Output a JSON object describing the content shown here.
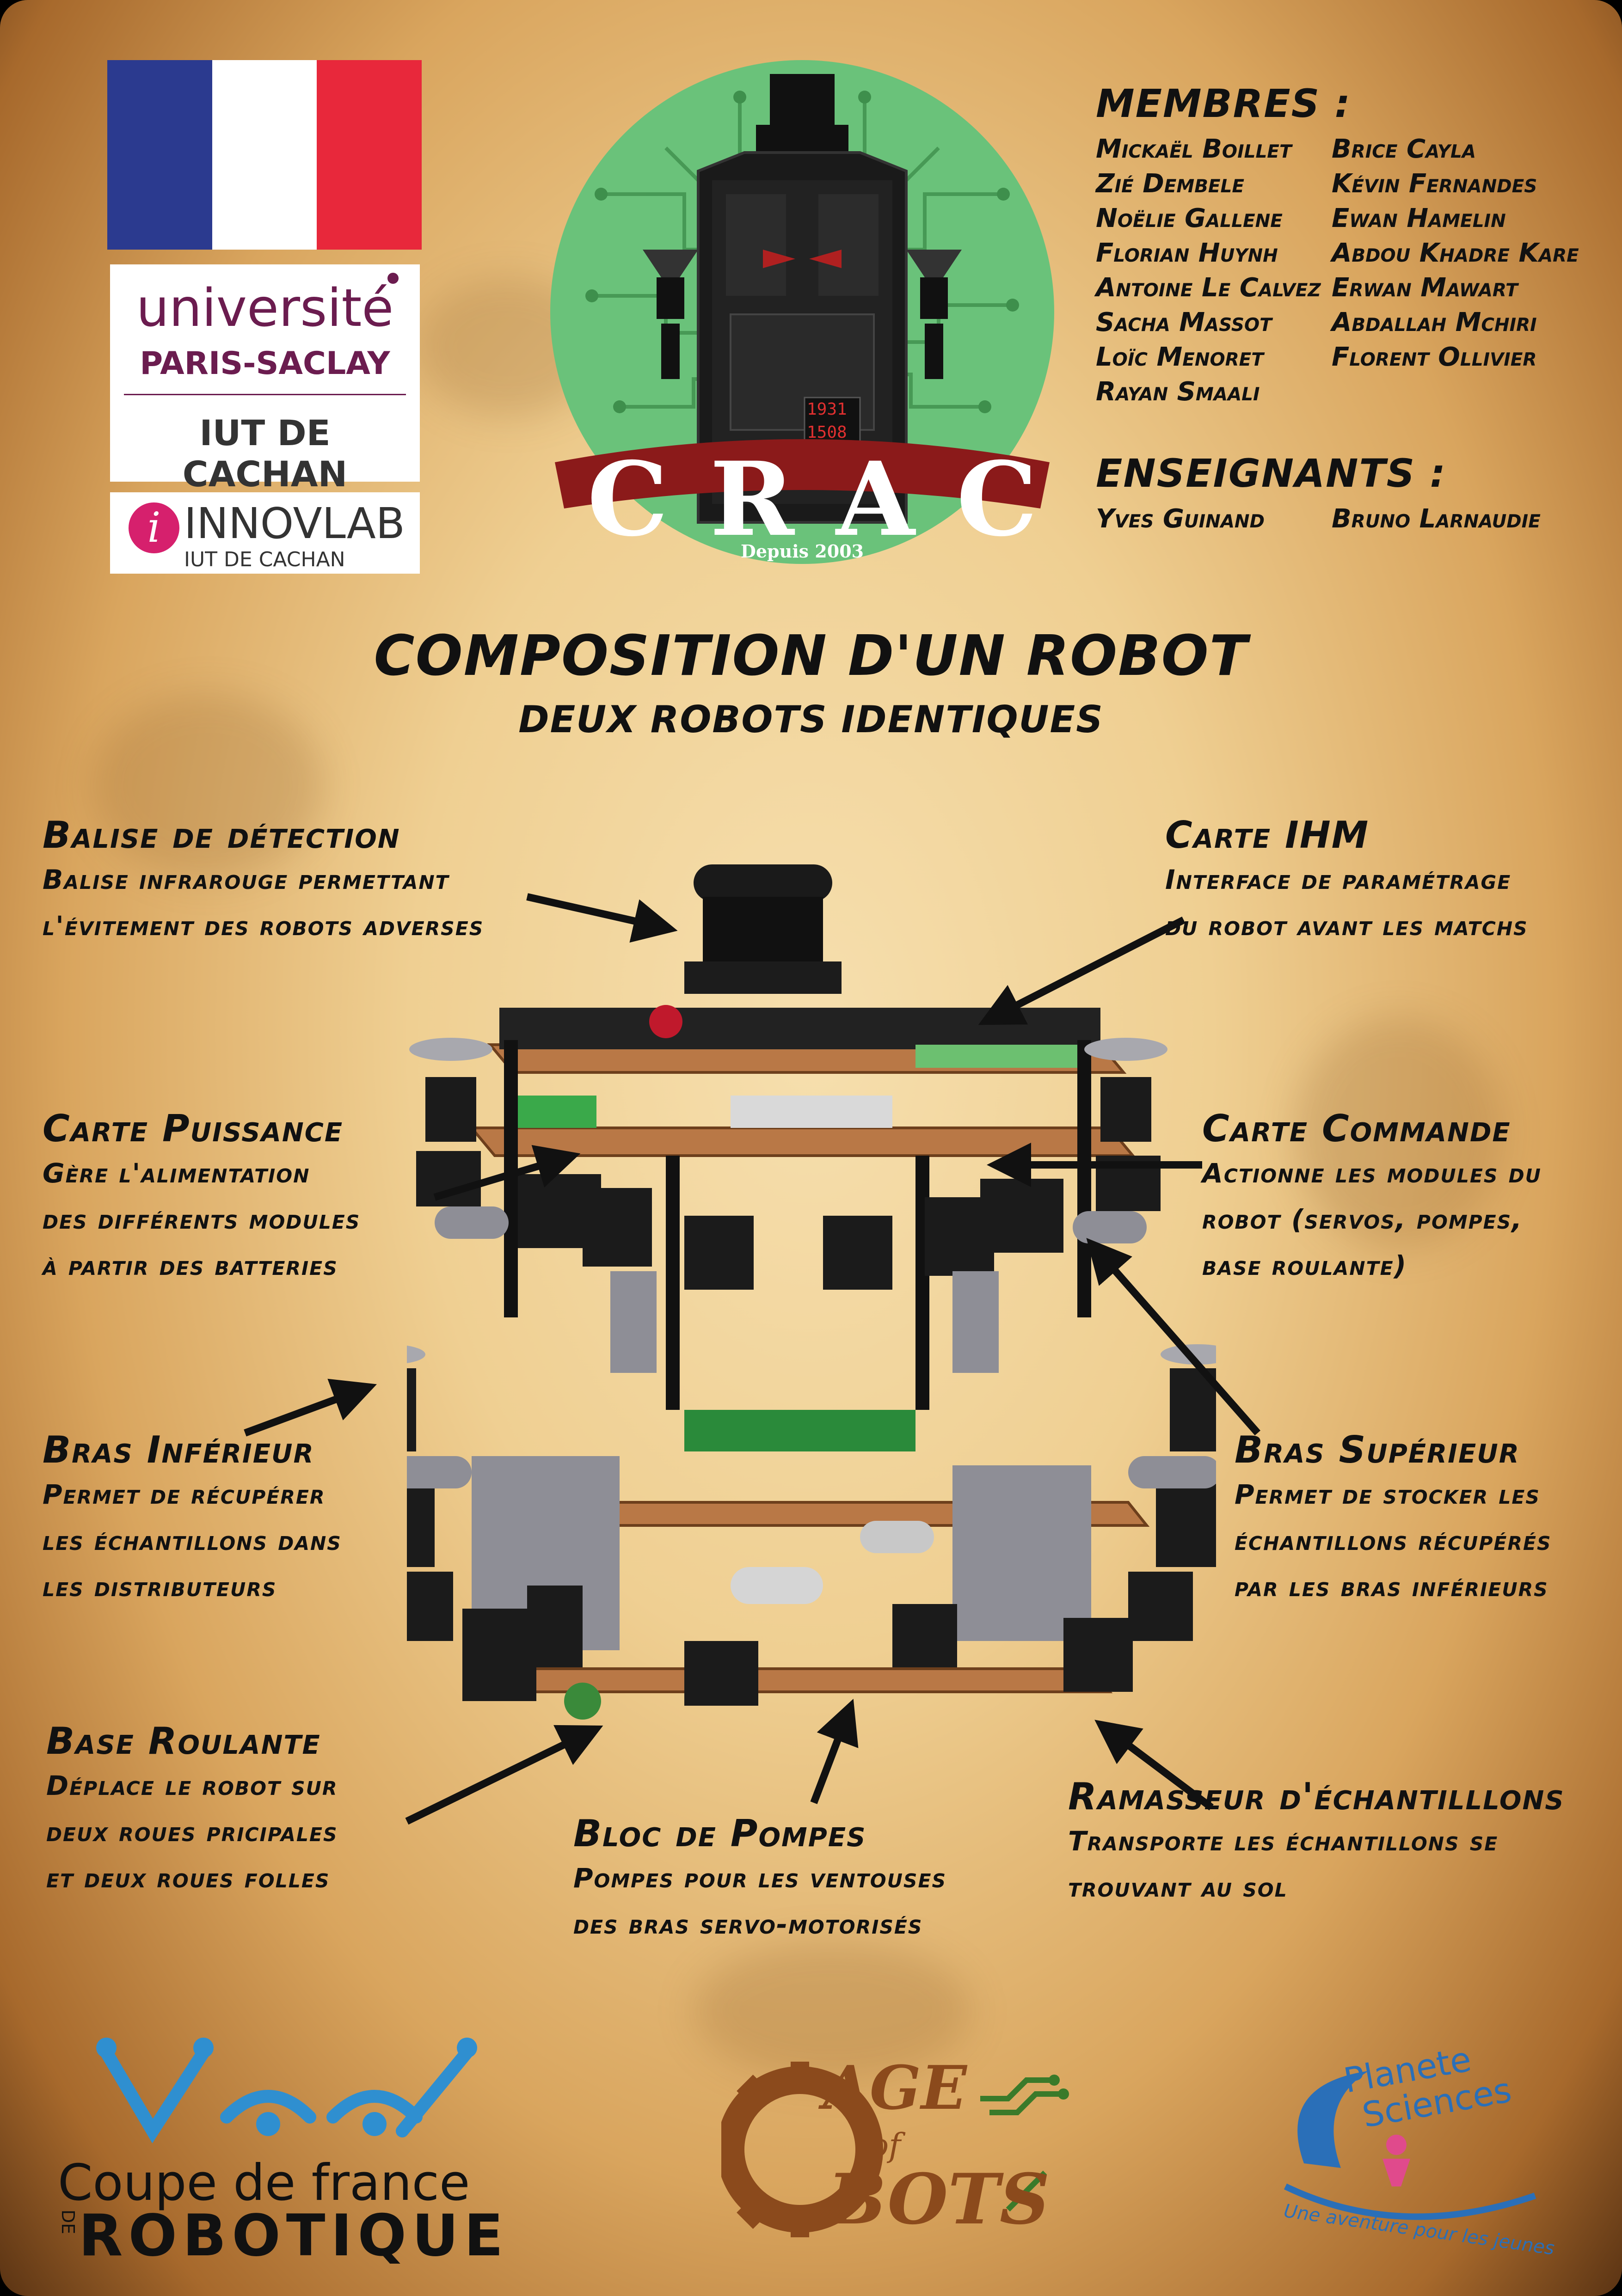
{
  "header": {
    "university_line1": "université",
    "university_line2": "PARIS-SACLAY",
    "iut": "IUT DE CACHAN",
    "innovlab": "INNOVLAB",
    "innovlab_sub": "IUT DE CACHAN",
    "crac_letters": "CRAC",
    "crac_since": "Depuis 2003",
    "display_top": "1931",
    "display_bottom": "1508"
  },
  "members": {
    "title": "MEMBRES :",
    "names": [
      "Mickaël Boillet",
      "Brice Cayla",
      "Zié Dembele",
      "Kévin Fernandes",
      "Noëlie Gallene",
      "Ewan Hamelin",
      "Florian Huynh",
      "Abdou Khadre Kare",
      "Antoine Le Calvez",
      "Erwan Mawart",
      "Sacha Massot",
      "Abdallah Mchiri",
      "Loïc Menoret",
      "Florent Ollivier",
      "Rayan Smaali"
    ]
  },
  "teachers": {
    "title": "ENSEIGNANTS :",
    "names": [
      "Yves Guinand",
      "Bruno Larnaudie"
    ]
  },
  "title": {
    "main": "COMPOSITION D'UN ROBOT",
    "sub": "DEUX ROBOTS IDENTIQUES"
  },
  "labels": {
    "balise": {
      "title": "Balise de détection",
      "lines": [
        "Balise infrarouge permettant",
        "l'évitement des robots adverses"
      ]
    },
    "ihm": {
      "title": "Carte IHM",
      "lines": [
        "Interface de paramétrage",
        "du robot avant les matchs"
      ]
    },
    "puissance": {
      "title": "Carte Puissance",
      "lines": [
        "Gère l'alimentation",
        "des différents modules",
        "à partir des batteries"
      ]
    },
    "commande": {
      "title": "Carte Commande",
      "lines": [
        "Actionne les modules du",
        "robot (servos, pompes,",
        "base roulante)"
      ]
    },
    "bras_inf": {
      "title": "Bras Inférieur",
      "lines": [
        "Permet de récupérer",
        "les échantillons dans",
        "les distributeurs"
      ]
    },
    "bras_sup": {
      "title": "Bras Supérieur",
      "lines": [
        "Permet de stocker les",
        "échantillons récupérés",
        "par les bras inférieurs"
      ]
    },
    "base": {
      "title": "Base Roulante",
      "lines": [
        "Déplace le robot sur",
        "deux roues pricipales",
        "et deux roues folles"
      ]
    },
    "pompes": {
      "title": "Bloc de Pompes",
      "lines": [
        "Pompes pour les ventouses",
        "des bras servo-motorisés"
      ]
    },
    "ramasseur": {
      "title": "Ramasseur d'échantilllons",
      "lines": [
        "Transporte les échantillons se",
        "trouvant au sol"
      ]
    }
  },
  "footer": {
    "coupe_line1": "Coupe de france",
    "coupe_de": "DE",
    "coupe_line2": "ROBOTIQUE",
    "age": "AGE",
    "of": "of",
    "bots": "BOTS",
    "planete1": "Planete",
    "planete2": "Sciences",
    "planete_slogan": "Une aventure pour les jeunes"
  },
  "colors": {
    "flag_blue": "#2b3a8f",
    "flag_white": "#ffffff",
    "flag_red": "#e8283b",
    "saclay_purple": "#6b1c4f",
    "crac_green": "#6ac27a",
    "crac_red": "#8b1a1a",
    "coupe_blue": "#2f8fd0",
    "age_brown": "#8b4a1c",
    "planete_blue": "#2a6fb8",
    "planete_pink": "#e04a8c"
  }
}
